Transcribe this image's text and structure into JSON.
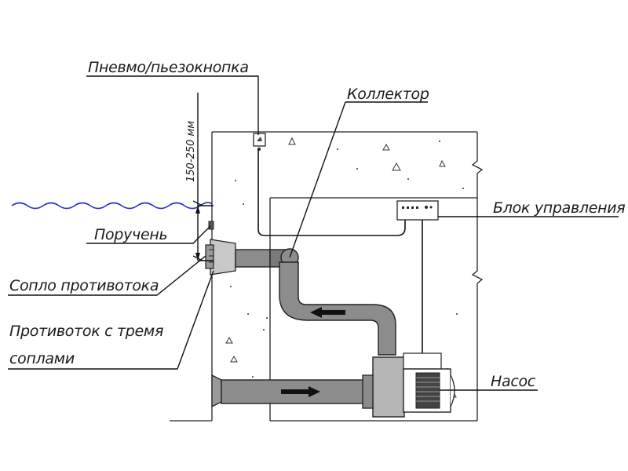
{
  "labels": {
    "button": "Пневмо/пьезокнопка",
    "collector": "Коллектор",
    "control_unit": "Блок управления",
    "handrail": "Поручень",
    "nozzle": "Сопло противотока",
    "counterflow_line1": "Противоток с тремя",
    "counterflow_line2": "соплами",
    "pump": "Насос"
  },
  "dimension": {
    "depth": "150-250 мм"
  },
  "colors": {
    "water": "#1f2fd6",
    "pipe": "#8c8c8c",
    "line": "#111111"
  },
  "icons": [
    "right-arrow-icon",
    "left-arrow-icon",
    "control-unit-icon",
    "pump-icon",
    "nozzle-icon"
  ]
}
